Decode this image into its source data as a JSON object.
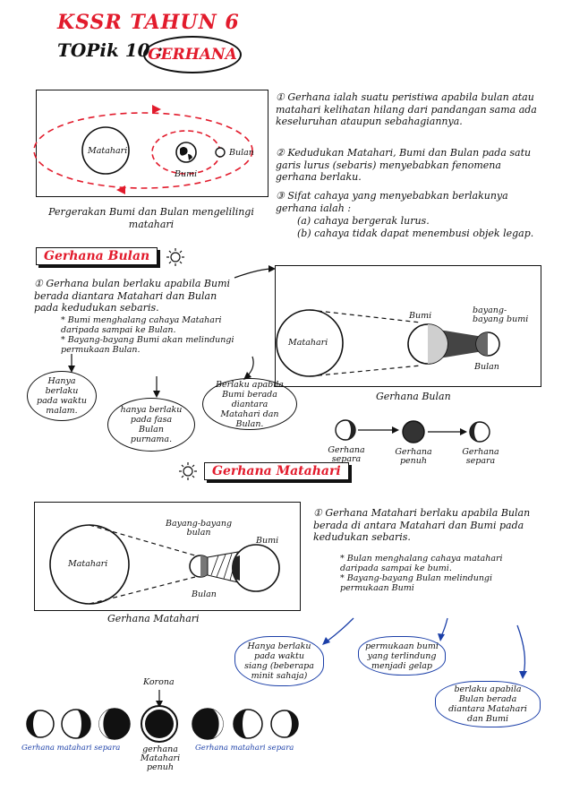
{
  "header": {
    "title": "KSSR TAHUN 6",
    "topic_label": "TOPik 10 :",
    "topic_name": "GERHANA"
  },
  "intro_diagram": {
    "sun_label": "Matahari",
    "earth_label": "Bumi",
    "moon_label": "Bulan",
    "caption_line1": "Pergerakan Bumi dan Bulan mengelilingi",
    "caption_line2": "matahari"
  },
  "intro_points": [
    {
      "num": "①",
      "text": "Gerhana ialah suatu peristiwa apabila bulan atau matahari kelihatan hilang dari pandangan sama ada keseluruhan ataupun sebahagiannya."
    },
    {
      "num": "②",
      "text": "Kedudukan Matahari, Bumi dan Bulan pada satu garis lurus (sebaris) menyebabkan fenomena gerhana berlaku."
    },
    {
      "num": "③",
      "text": "Sifat cahaya yang menyebabkan berlakunya gerhana ialah :"
    }
  ],
  "light_props": [
    "(a) cahaya bergerak lurus.",
    "(b) cahaya tidak dapat menembusi objek legap."
  ],
  "lunar": {
    "heading": "Gerhana Bulan",
    "point_num": "①",
    "point_text": "Gerhana bulan berlaku apabila Bumi berada diantara Matahari dan Bulan pada kedudukan sebaris.",
    "bullets": [
      "* Bumi menghalang cahaya Matahari daripada sampai ke Bulan.",
      "* Bayang-bayang Bumi akan melindungi permukaan Bulan."
    ],
    "bubble_1": "Hanya berlaku pada waktu malam.",
    "bubble_2": "hanya berlaku pada fasa Bulan purnama.",
    "bubble_3": "Berlaku apabila Bumi berada diantara Matahari dan Bulan.",
    "diagram": {
      "sun_label": "Matahari",
      "earth_label": "Bumi",
      "shadow_label": "bayang-bayang bumi",
      "moon_label": "Bulan",
      "caption": "Gerhana Bulan"
    },
    "phases": [
      "Gerhana separa",
      "Gerhana penuh",
      "Gerhana separa"
    ]
  },
  "solar": {
    "heading": "Gerhana Matahari",
    "point_num": "①",
    "point_text": "Gerhana Matahari berlaku apabila Bulan berada di antara Matahari dan Bumi pada kedudukan sebaris.",
    "bullets": [
      "* Bulan menghalang cahaya matahari daripada sampai ke bumi.",
      "* Bayang-bayang Bulan melindungi permukaan Bumi"
    ],
    "diagram": {
      "sun_label": "Matahari",
      "shadow_label": "Bayang-bayang bulan",
      "earth_label": "Bumi",
      "moon_label": "Bulan",
      "caption": "Gerhana Matahari"
    },
    "cloud_1": "Hanya berlaku pada waktu siang (beberapa minit sahaja)",
    "cloud_2": "permukaan bumi yang terlindung menjadi gelap",
    "cloud_3": "berlaku apabila Bulan berada diantara Matahari dan Bumi",
    "korona_label": "Korona",
    "phase_left": "Gerhana matahari separa",
    "phase_mid": "gerhana Matahari penuh",
    "phase_right": "Gerhana matahari separa"
  }
}
